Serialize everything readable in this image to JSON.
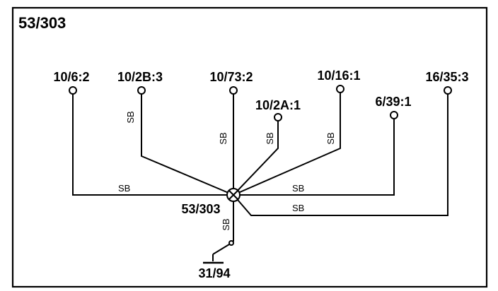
{
  "title": "53/303",
  "splice": {
    "label": "53/303"
  },
  "ground": {
    "label": "31/94"
  },
  "connectors": [
    {
      "id": "c1",
      "label": "10/6:2"
    },
    {
      "id": "c2",
      "label": "10/2B:3"
    },
    {
      "id": "c3",
      "label": "10/73:2"
    },
    {
      "id": "c4",
      "label": "10/2A:1"
    },
    {
      "id": "c5",
      "label": "10/16:1"
    },
    {
      "id": "c6",
      "label": "6/39:1"
    },
    {
      "id": "c7",
      "label": "16/35:3"
    }
  ],
  "wire_colors": {
    "c1": "SB",
    "c2": "SB",
    "c3": "SB",
    "c4": "SB",
    "c5": "SB",
    "c6": "SB",
    "c7": "SB",
    "ground": "SB"
  }
}
